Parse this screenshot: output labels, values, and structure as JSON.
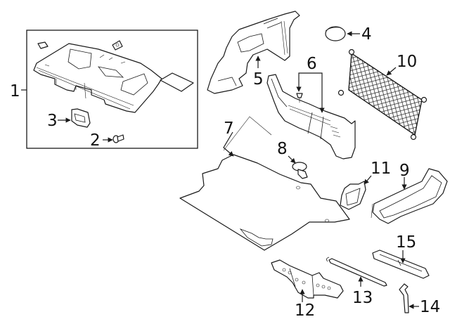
{
  "diagram": {
    "type": "exploded-parts-diagram",
    "callouts": [
      {
        "number": "1",
        "part": "rear-package-tray-assembly"
      },
      {
        "number": "2",
        "part": "push-pin-retainer"
      },
      {
        "number": "3",
        "part": "package-tray-bracket"
      },
      {
        "number": "4",
        "part": "cap"
      },
      {
        "number": "5",
        "part": "quarter-trim-panel"
      },
      {
        "number": "6",
        "part": "side-trim-panel-with-clip"
      },
      {
        "number": "7",
        "part": "luggage-compartment-floor-mat"
      },
      {
        "number": "8",
        "part": "push-pin-retainer"
      },
      {
        "number": "9",
        "part": "storage-tray"
      },
      {
        "number": "10",
        "part": "cargo-net"
      },
      {
        "number": "11",
        "part": "bracket"
      },
      {
        "number": "12",
        "part": "jack"
      },
      {
        "number": "13",
        "part": "jack-handle"
      },
      {
        "number": "14",
        "part": "hook"
      },
      {
        "number": "15",
        "part": "tool-kit-holder"
      }
    ]
  }
}
